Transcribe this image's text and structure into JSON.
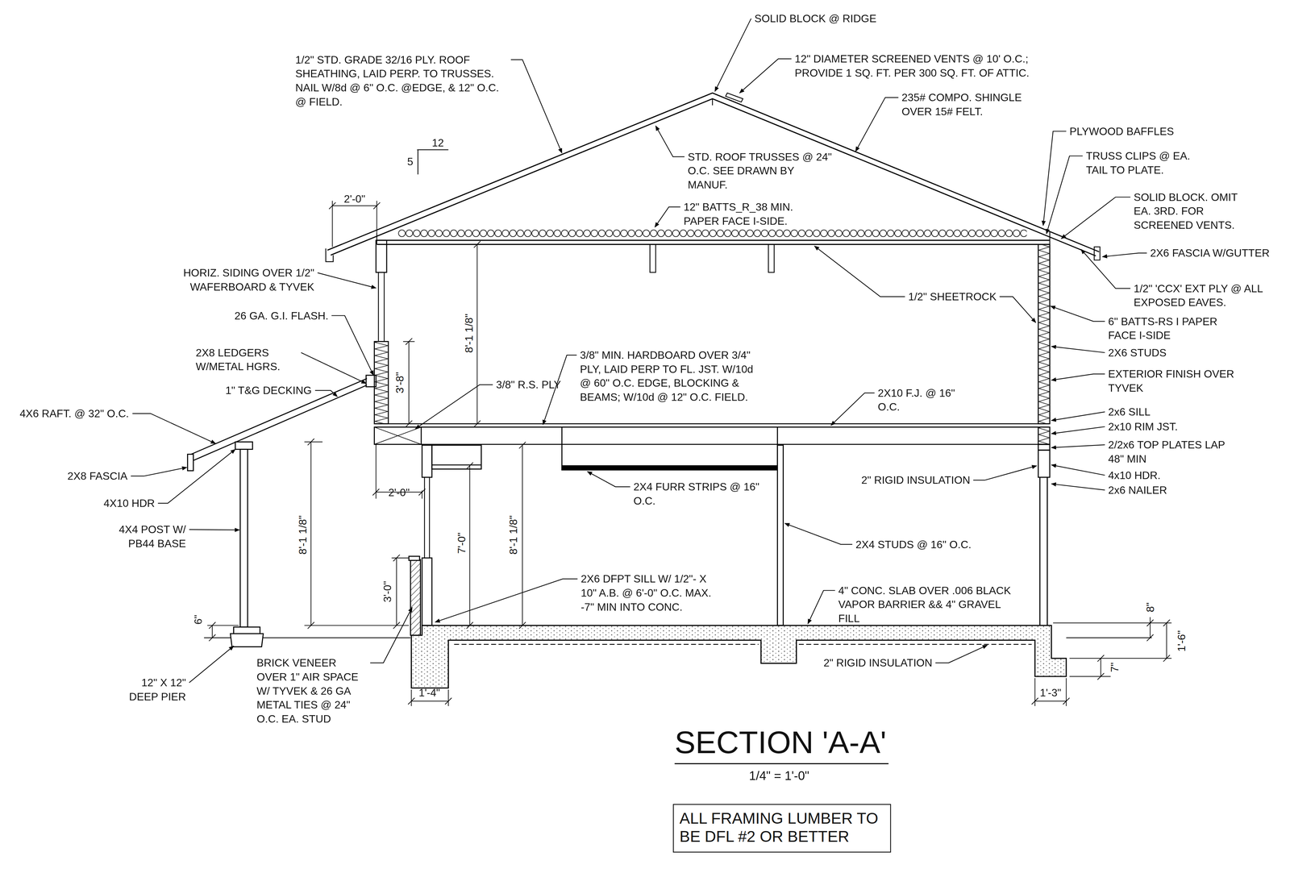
{
  "diagram": {
    "title": "SECTION 'A-A'",
    "caption": "1/4\" = 1'-0\"",
    "nodes": [
      {
        "text": [
          "ALL FRAMING LUMBER TO BE DFL #2 OR BETTER"
        ]
      }
    ],
    "labels": [
      "SOLID BLOCK @ RIDGE",
      "12\" DIAMETER SCREENED VENTS @ 10' O.C.; PROVIDE 1 SQ. FT. PER 300 SQ. FT. OF ATTIC.",
      "1/2\" STD. GRADE 32/16 PLY. ROOF SHEATHING, LAID PERP. TO TRUSSES. NAIL W/8d @ 6\" O.C. @EDGE, & 12\" O.C. @ FIELD.",
      "235# COMPO. SHINGLE OVER 15# FELT.",
      "PLYWOOD BAFFLES",
      "12",
      "5",
      "STD. ROOF TRUSSES @ 24\" O.C. SEE DRAWN BY MANUF.",
      "TRUSS CLIPS @ EA. TAIL TO PLATE.",
      "SOLID BLOCK. OMIT EA. 3RD. FOR SCREENED VENTS.",
      "2'-0\"",
      "12\" BATTS_R_38 MIN. PAPER FACE I-SIDE.",
      "2X6 FASCIA W/GUTTER",
      "1/2\" 'CCX' EXT PLY @ ALL EXPOSED EAVES.",
      "HORIZ. SIDING OVER 1/2\" WAFERBOARD & TYVEK",
      "1/2\" SHEETROCK",
      "6\" BATTS-RS I PAPER FACE I-SIDE",
      "26 GA. G.I. FLASH.",
      "8'-1 1/8\"",
      "2X6 STUDS",
      "2X8 LEDGERS W/METAL HGRS.",
      "3/8\" MIN. HARDBOARD OVER 3/4\" PLY, LAID PERP TO FL. JST. W/10d @ 60\" O.C. EDGE, BLOCKING & BEAMS; W/10d @ 12\" O.C. FIELD.",
      "EXTERIOR FINISH OVER TYVEK",
      "3'-8\"",
      "3/8\" R.S. PLY",
      "1\" T&G DECKING",
      "2X10 F.J. @ 16\" O.C.",
      "4X6 RAFT. @ 32\" O.C.",
      "2x6 SILL",
      "2x10 RIM JST.",
      "2/2x6 TOP PLATES LAP 48\" MIN",
      "2X8 FASCIA",
      "2'-0\"",
      "2X4 FURR STRIPS @ 16\" O.C.",
      "4x10 HDR.",
      "2\" RIGID INSULATION",
      "4X10 HDR",
      "2x6 NAILER",
      "4X4 POST W/ PB44 BASE",
      "8'-1 1/8\"",
      "7'-0\"",
      "8'-1 1/8\"",
      "2X4 STUDS @ 16\" O.C.",
      "3'-0\"",
      "2X6 DFPT SILL W/ 1/2\"- X 10\" A.B. @ 6'-0\" O.C. MAX. -7\" MIN INTO CONC.",
      "4\" CONC. SLAB OVER .006 BLACK VAPOR BARRIER && 4\" GRAVEL FILL",
      "8\"",
      "6\"",
      "7\"",
      "1'-6\"",
      "BRICK VENEER OVER 1\" AIR SPACE W/ TYVEK & 26 GA METAL TIES @ 24\" O.C. EA. STUD",
      "2\" RIGID INSULATION",
      "12\" X 12\" DEEP PIER",
      "1'-4\"",
      "1'-3\""
    ]
  }
}
